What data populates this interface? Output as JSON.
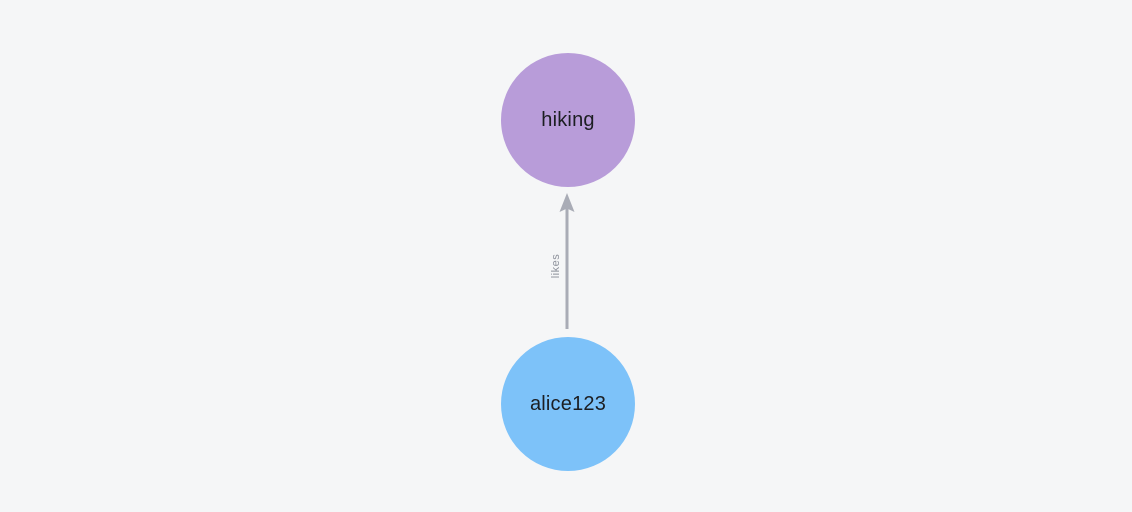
{
  "graph": {
    "background_color": "#f5f6f7",
    "nodes": [
      {
        "id": "hiking",
        "label": "hiking",
        "color": "#b89cd9",
        "text_color": "#1c1e22"
      },
      {
        "id": "alice123",
        "label": "alice123",
        "color": "#7dc2f9",
        "text_color": "#1c1e22"
      }
    ],
    "edges": [
      {
        "from": "alice123",
        "to": "hiking",
        "label": "likes",
        "color": "#a9acb6",
        "label_color": "#8d919b"
      }
    ]
  }
}
